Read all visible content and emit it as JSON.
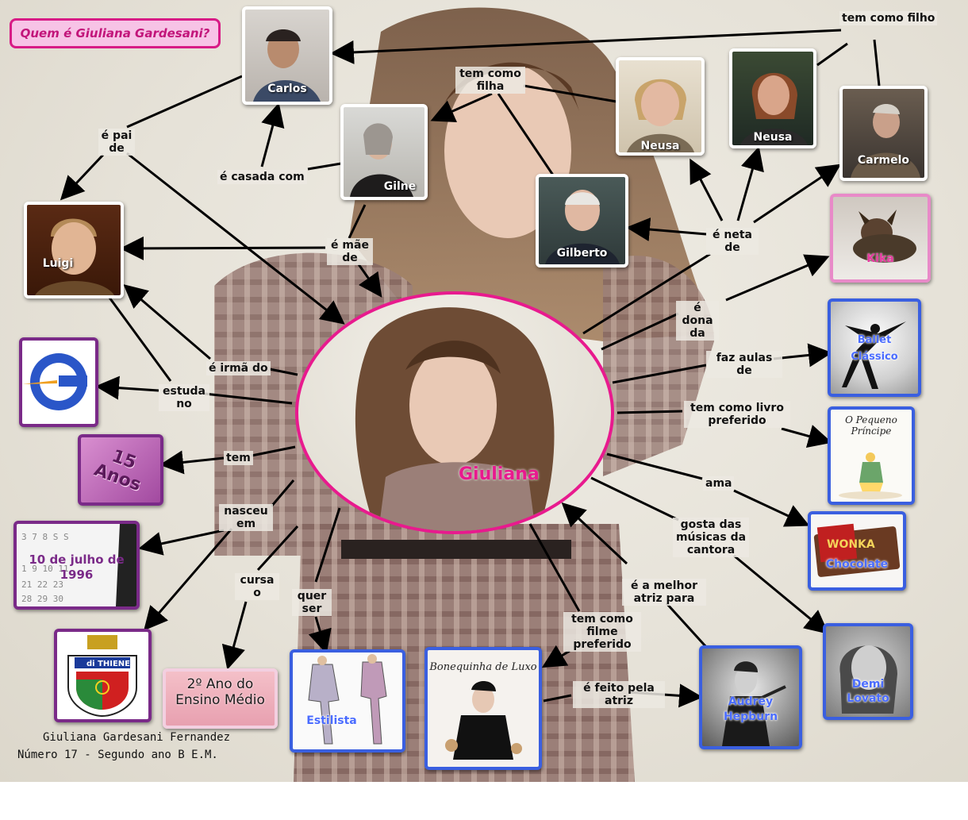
{
  "title": "Quem é Giuliana Gardesani?",
  "center": {
    "name": "Giuliana"
  },
  "nodes": {
    "carlos": "Carlos",
    "gilne": "Gilne",
    "neusa1": "Neusa",
    "neusa2": "Neusa",
    "carmelo": "Carmelo",
    "luigi": "Luigi",
    "gilberto": "Gilberto",
    "kika": "Kika",
    "ballet": "Ballet Clássico",
    "book_title": "O Pequeno Príncipe",
    "chocolate": "Chocolate",
    "wonka": "WONKA",
    "demi": "Demi Lovato",
    "audrey": "Audrey Hepburn",
    "movie_title": "Bonequinha de Luxo",
    "estilista": "Estilista",
    "serie": "2º Ano do Ensino Médio",
    "birth": "10 de julho de 1996",
    "age": "15 Anos",
    "school_logo_letter": "G",
    "crest_text": "di THIENE"
  },
  "labels": {
    "tem_como_filho": "tem como filho",
    "tem_como_filha": "tem como filha",
    "e_pai_de": "é pai de",
    "e_casada_com": "é casada com",
    "e_mae_de": "é mãe de",
    "e_neta_de": "é neta de",
    "e_dona_da": "é dona da",
    "faz_aulas_de": "faz aulas de",
    "tem_como_livro": "tem como livro preferido",
    "ama": "ama",
    "gosta_musicas": "gosta das músicas da cantora",
    "melhor_atriz": "é a melhor atriz para",
    "filme_preferido": "tem como filme preferido",
    "feito_pela_atriz": "é feito pela atriz",
    "quer_ser": "quer ser",
    "cursa_o": "cursa o",
    "nasceu_em": "nasceu em",
    "tem": "tem",
    "estuda_no": "estuda no",
    "irma_do": "é irmã do"
  },
  "footer": {
    "line1": "Giuliana Gardesani Fernandez",
    "line2": "Número 17 - Segundo ano B E.M."
  },
  "colors": {
    "accent_pink": "#e81a8e",
    "node_blue": "#3a5fe0",
    "node_purple": "#7a2a88"
  }
}
